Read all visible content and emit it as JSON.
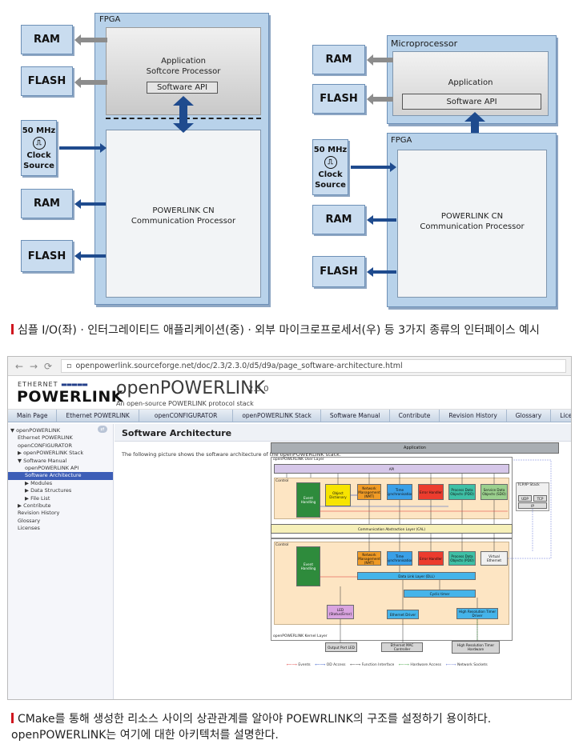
{
  "diagram_left": {
    "fpga_title": "FPGA",
    "ext": {
      "ram_top": "RAM",
      "flash_top": "FLASH",
      "ram_bottom": "RAM",
      "flash_bottom": "FLASH"
    },
    "clock": {
      "freq": "50 MHz",
      "line1": "Clock",
      "line2": "Source"
    },
    "app_line1": "Application",
    "app_line2": "Softcore Processor",
    "api": "Software API",
    "cn_line1": "POWERLINK CN",
    "cn_line2": "Communication Processor"
  },
  "diagram_right": {
    "micro_title": "Microprocessor",
    "fpga_title": "FPGA",
    "app": "Application",
    "api": "Software API",
    "ext": {
      "ram_top": "RAM",
      "flash_top": "FLASH",
      "ram_bottom": "RAM",
      "flash_bottom": "FLASH"
    },
    "clock": {
      "freq": "50 MHz",
      "line1": "Clock",
      "line2": "Source"
    },
    "cn_line1": "POWERLINK CN",
    "cn_line2": "Communication Processor"
  },
  "caption1": "심플 I/O(좌) · 인터그레이티드 애플리케이션(중) · 외부 마이크로프로세서(우) 등 3가지 종류의 인터페이스 예시",
  "browser": {
    "url": "openpowerlink.sourceforge.net/doc/2.3/2.3.0/d5/d9a/page_software-architecture.html",
    "logo_top": "ETHERNET",
    "logo_main": "POWERLINK",
    "project_name": "openPOWERLINK",
    "project_version": "2.3.0",
    "project_desc": "An open-source POWERLINK protocol stack",
    "tabs": [
      "Main Page",
      "Ethernet POWERLINK",
      "openCONFIGURATOR",
      "openPOWERLINK Stack",
      "Software Manual",
      "Contribute",
      "Revision History",
      "Glossary",
      "Licenses"
    ],
    "sidebar": [
      {
        "label": "▼ openPOWERLINK",
        "indent": 0,
        "selected": false
      },
      {
        "label": "Ethernet POWERLINK",
        "indent": 1,
        "selected": false
      },
      {
        "label": "openCONFIGURATOR",
        "indent": 1,
        "selected": false
      },
      {
        "label": "▶ openPOWERLINK Stack",
        "indent": 1,
        "selected": false
      },
      {
        "label": "▼ Software Manual",
        "indent": 1,
        "selected": false
      },
      {
        "label": "openPOWERLINK API",
        "indent": 2,
        "selected": false
      },
      {
        "label": "Software Architecture",
        "indent": 2,
        "selected": true
      },
      {
        "label": "▶ Modules",
        "indent": 2,
        "selected": false
      },
      {
        "label": "▶ Data Structures",
        "indent": 2,
        "selected": false
      },
      {
        "label": "▶ File List",
        "indent": 2,
        "selected": false
      },
      {
        "label": "▶ Contribute",
        "indent": 1,
        "selected": false
      },
      {
        "label": "Revision History",
        "indent": 1,
        "selected": false
      },
      {
        "label": "Glossary",
        "indent": 1,
        "selected": false
      },
      {
        "label": "Licenses",
        "indent": 1,
        "selected": false
      }
    ],
    "page_title": "Software Architecture",
    "intro": "The following picture shows the software architecture of the openPOWERLINK stack."
  },
  "arch": {
    "application": "Application",
    "user_layer": "openPOWERLINK User Layer",
    "api": "API",
    "control_u": "Control",
    "event_u": "Event Handling",
    "obj_dict": "Object Dictionary",
    "nmt_u": "Network Management (NMT)",
    "timesync_u": "Time Synchronisation",
    "err_u": "Error Handler",
    "pdo_u": "Process Data Objects (PDO)",
    "sdo_u": "Service Data Objects (SDO)",
    "tcpip": "TCP/IP Stack",
    "udp": "UDP",
    "tcp": "TCP",
    "ip": "IP",
    "cal": "Communication Abstraction Layer (CAL)",
    "control_k": "Control",
    "event_k": "Event Handling",
    "nmt_k": "Network Management (NMT)",
    "timesync_k": "Time Synchronisation",
    "err_k": "Error Handler",
    "pdo_k": "Process Data Objects (PDO)",
    "vether": "Virtual Ethernet",
    "dll": "Data Link Layer (DLL)",
    "cyclic": "Cyclic timer",
    "led": "LED (Status/Error)",
    "edrv": "Ethernet Driver",
    "hrtimer": "High Resolution Timer Driver",
    "kernel_layer": "openPOWERLINK Kernel Layer",
    "out_led": "Output Port LED",
    "eth_mac": "Ethernet MAC Controller",
    "hr_hw": "High Resolution Timer Hardware",
    "legend": [
      "Events",
      "OD Access",
      "Function Interface",
      "Hardware Access",
      "Network Sockets"
    ]
  },
  "caption2_line1": "CMake를 통해 생성한 리소스 사이의 상관관계를 알아야 POEWRLINK의 구조를 설정하기 용이하다.",
  "caption2_line2": "openPOWERLINK는 여기에 대한 아키텍처를 설명한다."
}
